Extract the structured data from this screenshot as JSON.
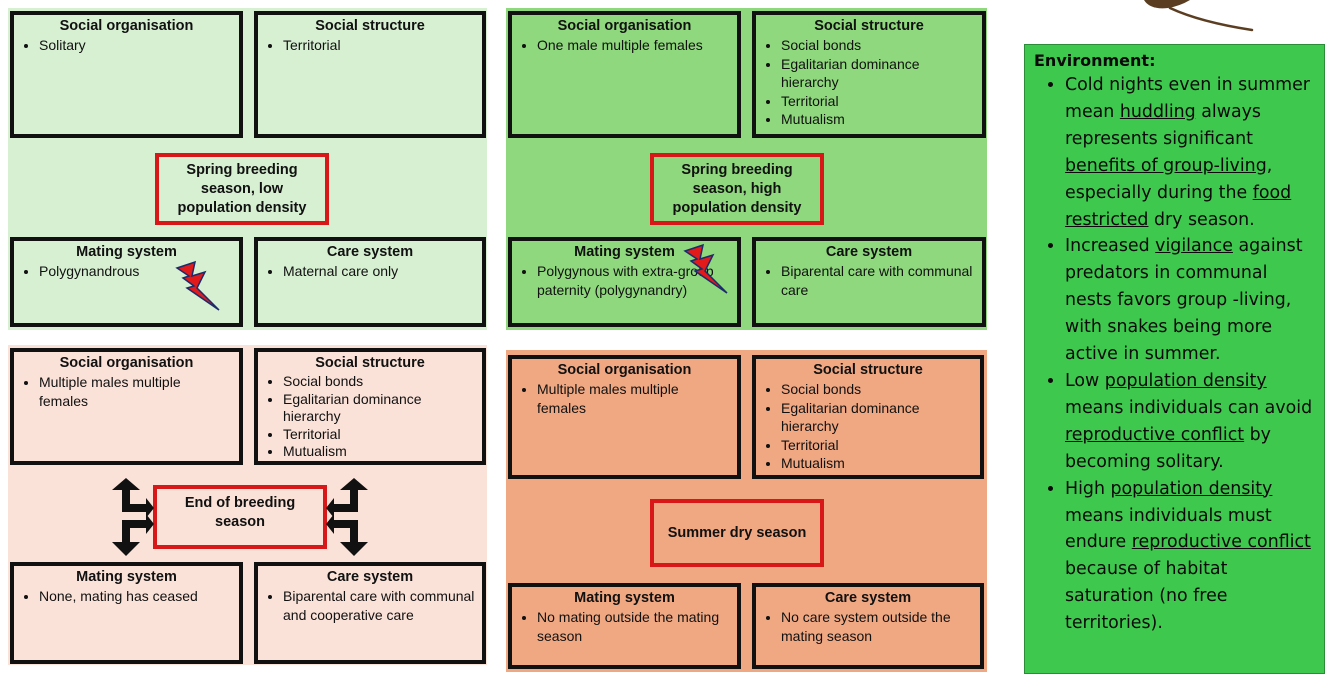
{
  "colors": {
    "panel_tl": "#d7f0d2",
    "panel_tr": "#8fd87d",
    "panel_bl": "#fbe2d8",
    "panel_br": "#f0a883",
    "environment": "#3fc84e",
    "center_border": "#d81818",
    "lightning": "#e21a1a"
  },
  "labels": {
    "social_organisation": "Social organisation",
    "social_structure": "Social structure",
    "mating_system": "Mating system",
    "care_system": "Care system"
  },
  "panels": {
    "tl": {
      "center": "Spring breeding season, low population density",
      "social_organisation": [
        "Solitary"
      ],
      "social_structure": [
        "Territorial"
      ],
      "mating_system": [
        "Polygynandrous"
      ],
      "care_system": [
        "Maternal care only"
      ]
    },
    "tr": {
      "center": "Spring breeding season, high population density",
      "social_organisation": [
        "One male multiple females"
      ],
      "social_structure": [
        "Social bonds",
        "Egalitarian dominance hierarchy",
        "Territorial",
        "Mutualism"
      ],
      "mating_system": [
        "Polygynous with extra-group paternity (polygynandry)"
      ],
      "care_system": [
        "Biparental care with communal care"
      ]
    },
    "bl": {
      "center": "End of breeding season",
      "social_organisation": [
        "Multiple males multiple females"
      ],
      "social_structure": [
        "Social bonds",
        "Egalitarian dominance hierarchy",
        "Territorial",
        "Mutualism"
      ],
      "mating_system": [
        "None, mating has ceased"
      ],
      "care_system": [
        "Biparental care with communal and cooperative care"
      ]
    },
    "br": {
      "center": "Summer dry season",
      "social_organisation": [
        "Multiple males multiple females"
      ],
      "social_structure": [
        "Social bonds",
        "Egalitarian dominance hierarchy",
        "Territorial",
        "Mutualism"
      ],
      "mating_system": [
        "No mating outside the mating season"
      ],
      "care_system": [
        "No care system outside the mating season"
      ]
    }
  },
  "environment": {
    "title": "Environment:",
    "b1": {
      "t1": "Cold nights even in summer mean ",
      "u1": "huddling",
      "t2": " always represents significant ",
      "u2": "benefits of group-living",
      "t3": ", especially during the ",
      "u3": "food restricted",
      "t4": " dry season."
    },
    "b2": {
      "t1": "Increased ",
      "u1": "vigilance",
      "t2": " against predators in communal nests favors group -living, with snakes being more active in summer."
    },
    "b3": {
      "t1": "Low ",
      "u1": "population density",
      "t2": " means individuals can avoid ",
      "u2": "reproductive conflict",
      "t3": " by becoming solitary."
    },
    "b4": {
      "t1": "High ",
      "u1": "population density",
      "t2": " means individuals must endure ",
      "u2": "reproductive conflict",
      "t3": " because of habitat saturation (no free territories)."
    }
  }
}
